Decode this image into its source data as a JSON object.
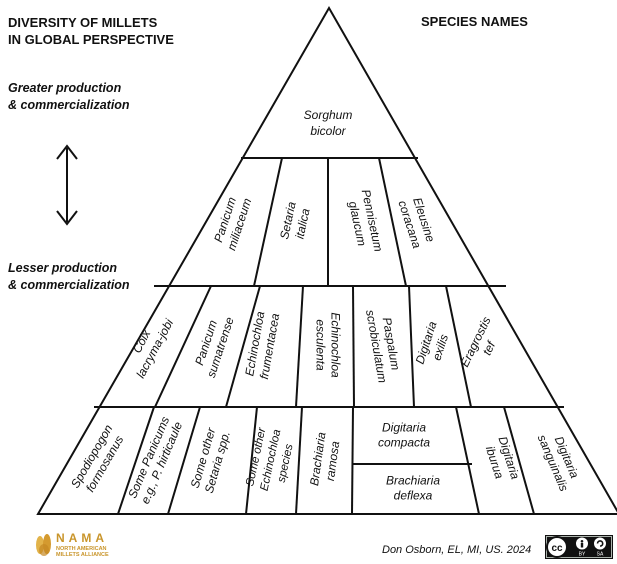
{
  "title_lines": [
    "DIVERSITY OF MILLETS",
    "IN GLOBAL PERSPECTIVE"
  ],
  "species_header": "SPECIES NAMES",
  "greater": [
    "Greater production",
    "& commercialization"
  ],
  "lesser": [
    "Lesser production",
    "& commercialization"
  ],
  "tiers": [
    {
      "name": "tier-1",
      "items": [
        [
          "Sorghum",
          "bicolor"
        ]
      ]
    },
    {
      "name": "tier-2",
      "items": [
        [
          "Panicum",
          "miliaceum"
        ],
        [
          "Setaria",
          "italica"
        ],
        [
          "Pennisetum",
          "glaucum"
        ],
        [
          "Eleusine",
          "coracana"
        ]
      ]
    },
    {
      "name": "tier-3",
      "items": [
        [
          "Coix",
          "lacryma-jobi"
        ],
        [
          "Panicum",
          "sumatrense"
        ],
        [
          "Echinochloa",
          "frumentacea"
        ],
        [
          "Echinochloa",
          "esculenta"
        ],
        [
          "Paspalum",
          "scrobiculatum"
        ],
        [
          "Digitaria",
          "exilis"
        ],
        [
          "Eragrostis",
          "tef"
        ]
      ]
    },
    {
      "name": "tier-4",
      "items": [
        [
          "Spodiopogon",
          "formosanus"
        ],
        [
          "Some Panicums",
          "e.g., P. hirticaule"
        ],
        [
          "Some other",
          "Setaria spp."
        ],
        [
          "Some other",
          "Echinochloa",
          "species"
        ],
        [
          "Brachiaria",
          "ramosa"
        ],
        [
          "Digitaria",
          "compacta"
        ],
        [
          "Brachiaria",
          "deflexa"
        ],
        [
          "Digitaria",
          "iburua"
        ],
        [
          "Digitaria",
          "sanguinalis"
        ]
      ]
    }
  ],
  "logo": {
    "word": "NAMA",
    "sub": [
      "NORTH AMERICAN",
      "MILLETS ALLIANCE"
    ]
  },
  "credit": "Don Osborn, EL, MI, US. 2024",
  "license": {
    "badge": "cc",
    "by": "BY",
    "sa": "SA"
  },
  "colors": {
    "line": "#111111",
    "logo": "#c9952b"
  }
}
